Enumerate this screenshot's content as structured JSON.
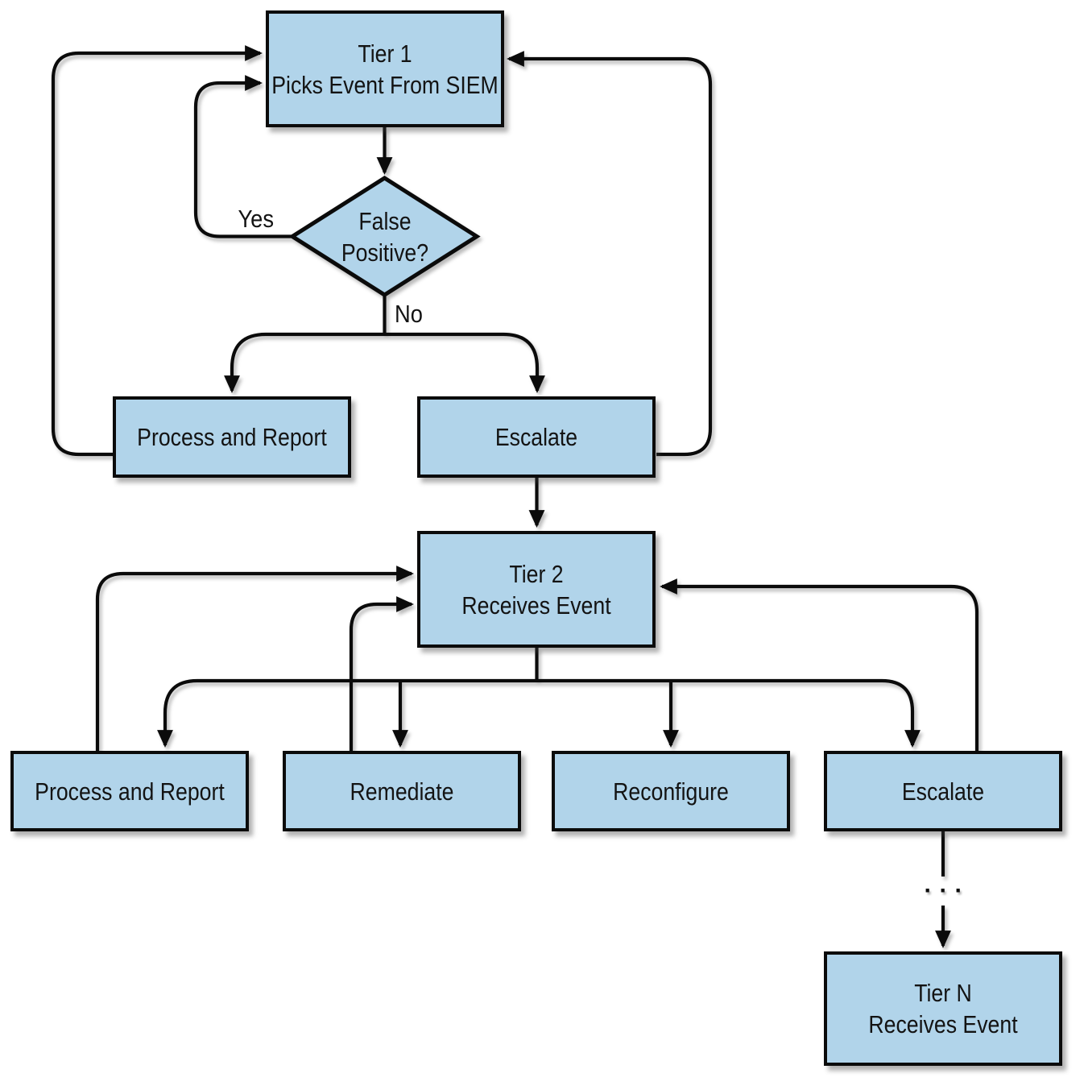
{
  "diagram": {
    "title": "SOC tier event escalation flowchart",
    "colors": {
      "node_fill": "#b1d4ea",
      "node_border": "#0b0b0b",
      "connector": "#0b0b0b",
      "background": "#ffffff",
      "text": "#131313"
    },
    "nodes": {
      "tier1": {
        "label": "Tier 1\nPicks Event From SIEM"
      },
      "false_positive": {
        "label": "False\nPositive?"
      },
      "process_and_report_1": {
        "label": "Process and Report"
      },
      "escalate_1": {
        "label": "Escalate"
      },
      "tier2": {
        "label": "Tier 2\nReceives Event"
      },
      "process_and_report_2": {
        "label": "Process and Report"
      },
      "remediate": {
        "label": "Remediate"
      },
      "reconfigure": {
        "label": "Reconfigure"
      },
      "escalate_2": {
        "label": "Escalate"
      },
      "tier_n": {
        "label": "Tier N\nReceives Event"
      }
    },
    "edge_labels": {
      "yes": "Yes",
      "no": "No"
    },
    "continuation_dots": "···"
  }
}
